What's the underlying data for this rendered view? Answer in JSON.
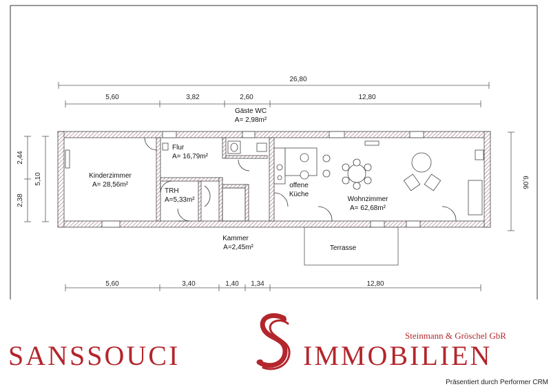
{
  "dimensions": {
    "overall": "26,80",
    "top": [
      "5,60",
      "3,82",
      "2,60",
      "12,80"
    ],
    "bottom": [
      "5,60",
      "3,40",
      "1,40",
      "1,34",
      "12,80"
    ],
    "left_split": [
      "2,44",
      "2,38"
    ],
    "left_total": "5,10",
    "right_total": "6,06"
  },
  "rooms": {
    "kinder": {
      "name": "Kinderzimmer",
      "area": "A= 28,56m²"
    },
    "flur": {
      "name": "Flur",
      "area": "A= 16,79m²"
    },
    "gaeste": {
      "name": "Gäste WC",
      "area": "A= 2,98m²"
    },
    "trh": {
      "name": "TRH",
      "area": "A=5,33m²"
    },
    "kueche": {
      "name1": "offene",
      "name2": "Küche"
    },
    "wohn": {
      "name": "Wohnzimmer",
      "area": "A= 62,68m²"
    },
    "kammer": {
      "name": "Kammer",
      "area": "A=2,45m²"
    },
    "terrasse": {
      "name": "Terrasse"
    }
  },
  "brand": {
    "left": "SANSSOUCI",
    "right": "IMMOBILIEN",
    "subtitle": "Steinmann & Gröschel GbR",
    "presented": "Präsentiert durch Performer CRM",
    "color": "#b3262c"
  }
}
